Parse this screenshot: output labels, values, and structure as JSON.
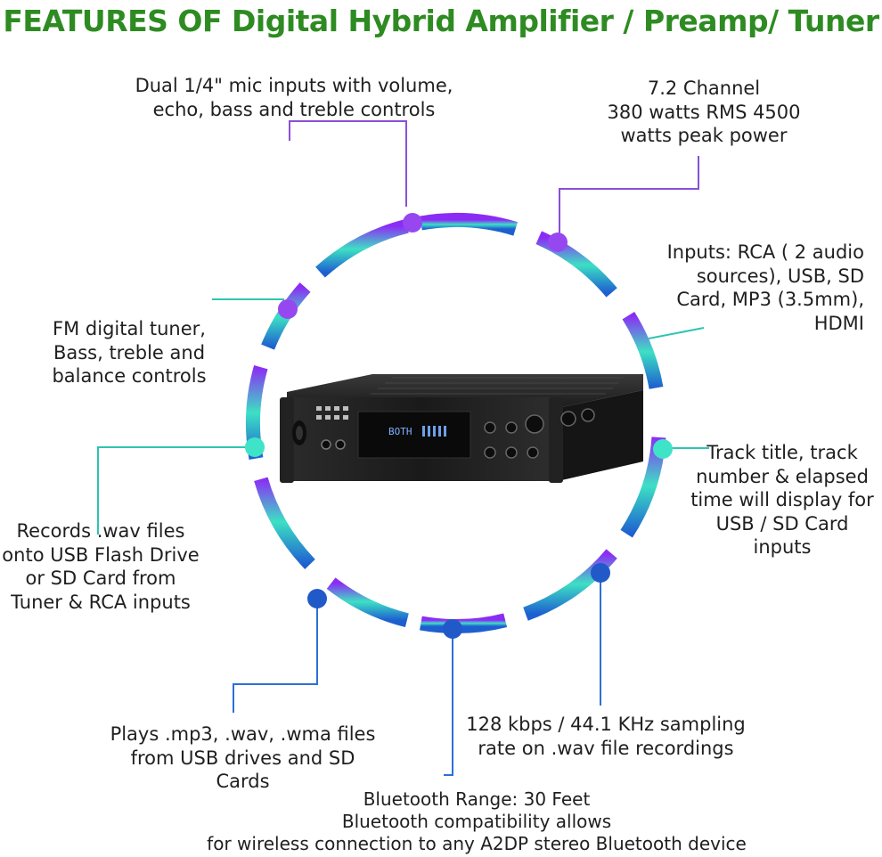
{
  "title": "FEATURES OF Digital Hybrid Amplifier / Preamp/ Tuner",
  "colors": {
    "title": "#2e8b22",
    "connector_purple": "#8a4fd8",
    "connector_teal": "#2fc4b2",
    "connector_blue": "#2d6fd6",
    "ring_top": "#8b2cf5",
    "ring_side": "#3de0c4",
    "ring_bottom": "#1e5fd0"
  },
  "device": {
    "display_text": "BOTH"
  },
  "features": [
    {
      "id": "mic",
      "text": "Dual 1/4\" mic inputs with volume,\necho, bass and treble controls"
    },
    {
      "id": "power",
      "text": "7.2 Channel\n380 watts RMS 4500\nwatts peak power"
    },
    {
      "id": "inputs",
      "text": "Inputs: RCA ( 2 audio\nsources), USB, SD\nCard, MP3 (3.5mm),\nHDMI"
    },
    {
      "id": "tuner",
      "text": "FM digital tuner,\nBass, treble and\nbalance controls"
    },
    {
      "id": "track",
      "text": "Track title, track\nnumber & elapsed\ntime will display for\nUSB / SD Card\ninputs"
    },
    {
      "id": "records",
      "text": "Records .wav files\nonto USB Flash Drive\nor SD Card from\nTuner & RCA inputs"
    },
    {
      "id": "sampling",
      "text": "128 kbps / 44.1 KHz sampling\nrate on .wav file recordings"
    },
    {
      "id": "plays",
      "text": "Plays .mp3, .wav, .wma files\nfrom USB drives and SD\nCards"
    },
    {
      "id": "bluetooth",
      "text": "Bluetooth Range: 30 Feet\nBluetooth compatibility allows\nfor wireless connection to any A2DP stereo Bluetooth device"
    }
  ]
}
